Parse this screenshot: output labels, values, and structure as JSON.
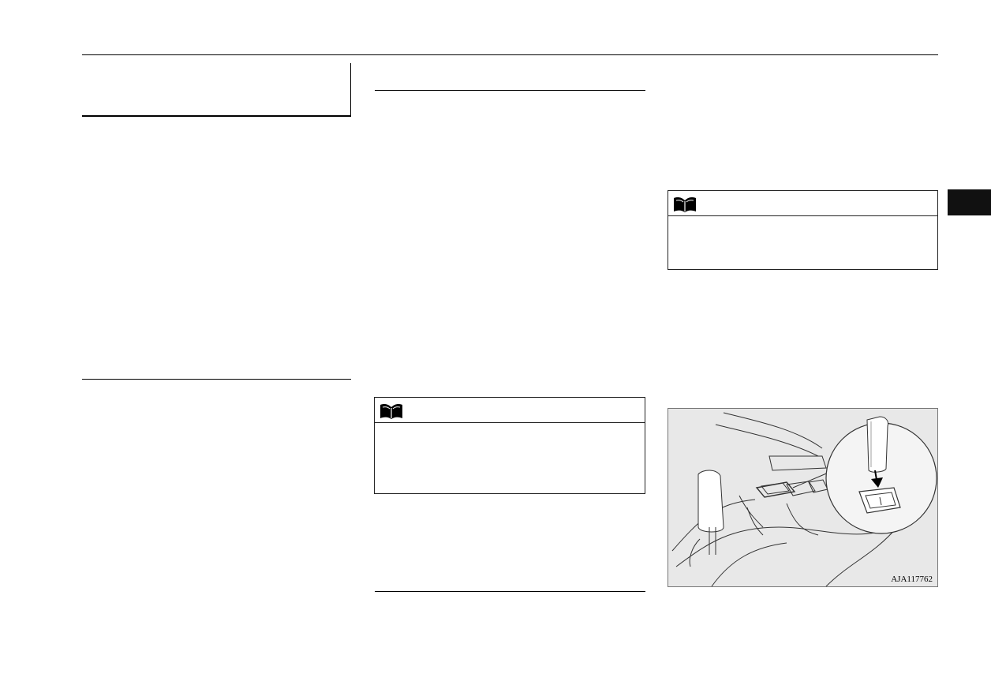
{
  "figure": {
    "code": "AJA117762",
    "icons": [
      "shift-lever-illustration",
      "center-console-illustration",
      "arrow-down-icon",
      "magnified-inset-icon"
    ]
  },
  "notes": [
    {
      "icon": "open-book-icon"
    },
    {
      "icon": "open-book-icon"
    }
  ],
  "section_tab": {
    "color": "#111111"
  }
}
